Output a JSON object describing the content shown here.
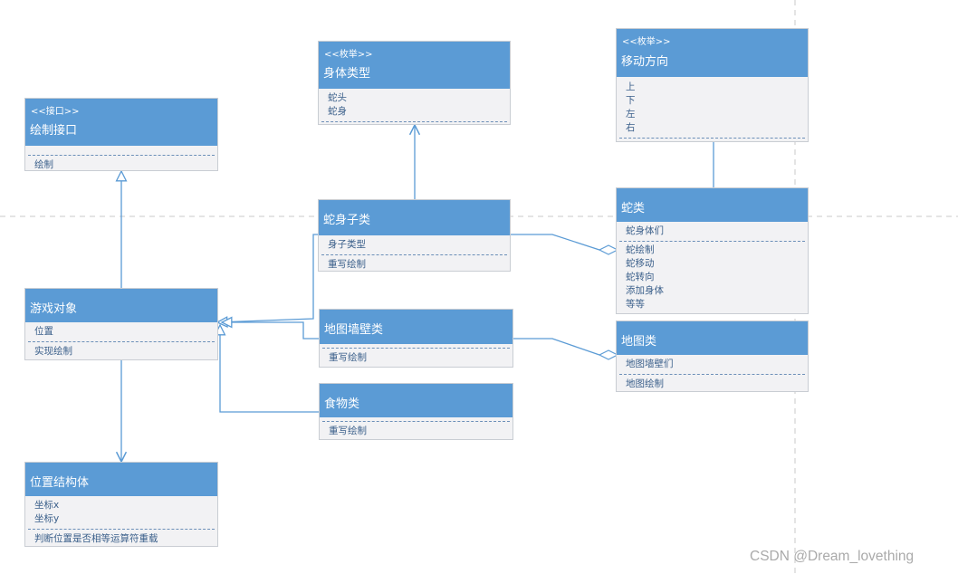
{
  "boxes": {
    "draw_iface": {
      "stereotype": "<<接口>>",
      "title": "绘制接口",
      "items": [],
      "methods": [
        "绘制"
      ]
    },
    "body_type": {
      "stereotype": "<<枚举>>",
      "title": "身体类型",
      "items": [
        "蛇头",
        "蛇身"
      ],
      "methods": []
    },
    "direction": {
      "stereotype": "<<枚举>>",
      "title": "移动方向",
      "items": [
        "上",
        "下",
        "左",
        "右"
      ],
      "methods": []
    },
    "snake_body": {
      "stereotype": "",
      "title": "蛇身子类",
      "items": [
        "身子类型"
      ],
      "methods": [
        "重写绘制"
      ]
    },
    "snake": {
      "stereotype": "",
      "title": "蛇类",
      "items": [
        "蛇身体们"
      ],
      "methods": [
        "蛇绘制",
        "蛇移动",
        "蛇转向",
        "添加身体",
        "等等"
      ]
    },
    "game_object": {
      "stereotype": "",
      "title": "游戏对象",
      "items": [
        "位置"
      ],
      "methods": [
        "实现绘制"
      ]
    },
    "wall": {
      "stereotype": "",
      "title": "地图墙壁类",
      "items": [],
      "methods": [
        "重写绘制"
      ]
    },
    "map": {
      "stereotype": "",
      "title": "地图类",
      "items": [
        "地图墙壁们"
      ],
      "methods": [
        "地图绘制"
      ]
    },
    "food": {
      "stereotype": "",
      "title": "食物类",
      "items": [],
      "methods": [
        "重写绘制"
      ]
    },
    "position": {
      "stereotype": "",
      "title": "位置结构体",
      "items": [
        "坐标x",
        "坐标y"
      ],
      "methods": [
        "判断位置是否相等运算符重载"
      ]
    }
  },
  "watermark": "CSDN @Dream_lovething"
}
